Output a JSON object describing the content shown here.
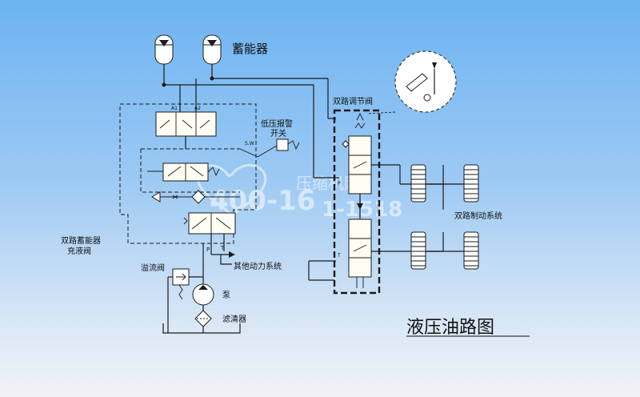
{
  "labels": {
    "accumulator": "蓄能器",
    "low_pressure_switch": "低压报警\n开关",
    "dual_regulating_valve": "双路调节阀",
    "dual_accumulator_charging_valve": "双路蓄能器\n充液阀",
    "relief_valve": "溢流阀",
    "other_power_system": "其他动力系统",
    "pump": "泵",
    "filter": "滤清器",
    "dual_brake_system": "双路制动系统",
    "title": "液压油路图"
  },
  "small_marks": {
    "a1": "A1",
    "a2": "A2",
    "sw": "S.W",
    "p": "P",
    "t": "T",
    "p_left": "P",
    "t_left": "T"
  },
  "watermark": {
    "phone": "400-16",
    "phone_tail": "1-1518",
    "company": "压缩机网"
  },
  "colors": {
    "line": "#1a1a1a",
    "background_top": "#6cb3f2",
    "background_bottom": "#f2f2f8",
    "valve_fill": "#fffef4",
    "watermark": "#ffffff"
  }
}
